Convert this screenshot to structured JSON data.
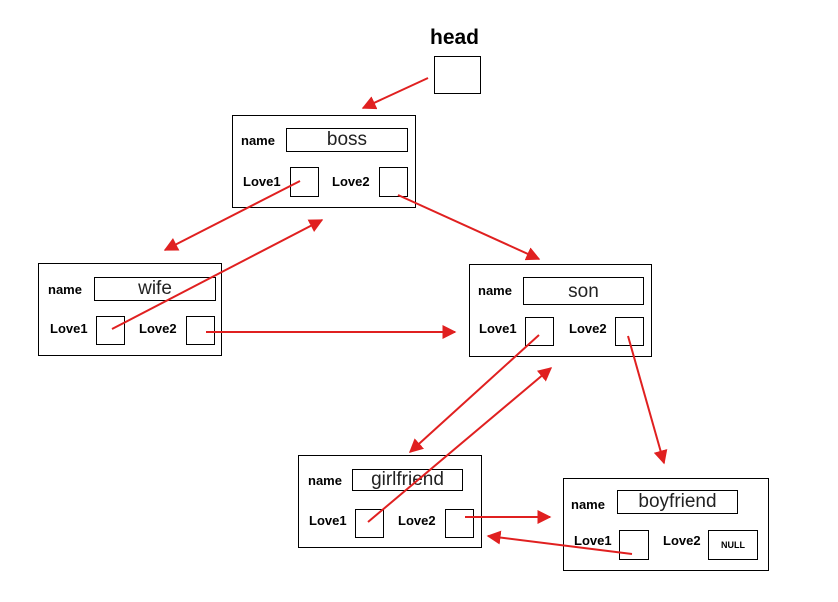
{
  "head": {
    "label": "head"
  },
  "nodes": {
    "boss": {
      "name_label": "name",
      "name_value": "boss",
      "love1_label": "Love1",
      "love2_label": "Love2"
    },
    "wife": {
      "name_label": "name",
      "name_value": "wife",
      "love1_label": "Love1",
      "love2_label": "Love2"
    },
    "son": {
      "name_label": "name",
      "name_value": "son",
      "love1_label": "Love1",
      "love2_label": "Love2"
    },
    "girlfriend": {
      "name_label": "name",
      "name_value": "girlfriend",
      "love1_label": "Love1",
      "love2_label": "Love2"
    },
    "boyfriend": {
      "name_label": "name",
      "name_value": "boyfriend",
      "love1_label": "Love1",
      "love2_label": "Love2",
      "love2_value": "NULL"
    }
  },
  "colors": {
    "arrow": "#e02020",
    "border": "#000000"
  }
}
